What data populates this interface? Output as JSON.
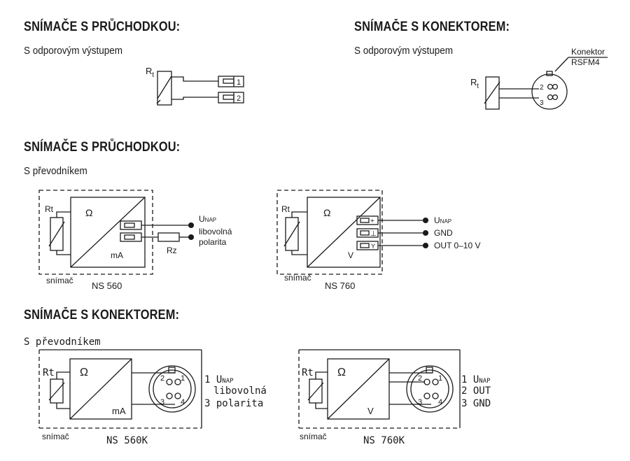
{
  "sections": {
    "s1": {
      "heading": "SNÍMAČE S PRŮCHODKOU:",
      "sub": "S odporovým výstupem"
    },
    "s2": {
      "heading": "SNÍMAČE S KONEKTOREM:",
      "sub": "S odporovým výstupem"
    },
    "s3": {
      "heading": "SNÍMAČE S PRŮCHODKOU:",
      "sub": "S převodníkem"
    },
    "s4": {
      "heading": "SNÍMAČE S KONEKTOREM:",
      "sub": "S převodníkem"
    }
  },
  "labels": {
    "rt": "R",
    "rt_sub": "t",
    "rt_full": "Rt",
    "pin1": "1",
    "pin2": "2",
    "pin3": "3",
    "pin4": "4",
    "connector": "Konektor",
    "connector_type": "RSFM4",
    "omega": "Ω",
    "ma": "mA",
    "v": "V",
    "rz": "Rz",
    "snimac": "snímač",
    "plus": "+",
    "ground": "⊥",
    "y": "Y"
  },
  "ns560": {
    "model": "NS 560",
    "u": "U",
    "u_sub": "NAP",
    "line2": "libovolná",
    "line3": "polarita"
  },
  "ns760": {
    "model": "NS 760",
    "u": "U",
    "u_sub": "NAP",
    "gnd": "GND",
    "out": "OUT 0–10 V"
  },
  "ns560k": {
    "model": "NS 560K",
    "l1a": "1 U",
    "l1_sub": "NAP",
    "l2": "libovolná",
    "l3": "3 polarita"
  },
  "ns760k": {
    "model": "NS 760K",
    "l1a": "1 U",
    "l1_sub": "NAP",
    "l2": "2 OUT",
    "l3": "3 GND"
  }
}
